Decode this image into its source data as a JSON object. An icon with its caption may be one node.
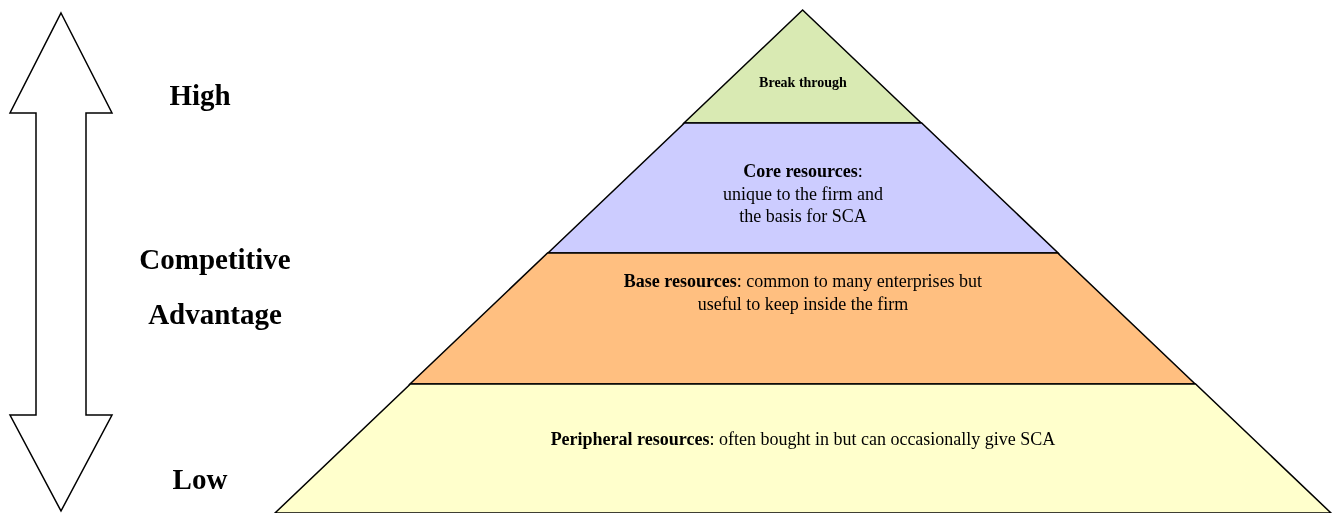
{
  "diagram": {
    "nodes": [
      {
        "text": [
          "Break through"
        ]
      },
      {
        "text": [
          "**Core resources**: unique to the firm and the basis for SCA"
        ]
      },
      {
        "text": [
          "**Base resources**: common to many enterprises but useful to keep inside the firm"
        ]
      },
      {
        "text": [
          "**Peripheral resources**: often bought in but can occasionally give SCA"
        ]
      }
    ],
    "labels": [
      "High",
      "Competitive Advantage",
      "Low"
    ]
  }
}
